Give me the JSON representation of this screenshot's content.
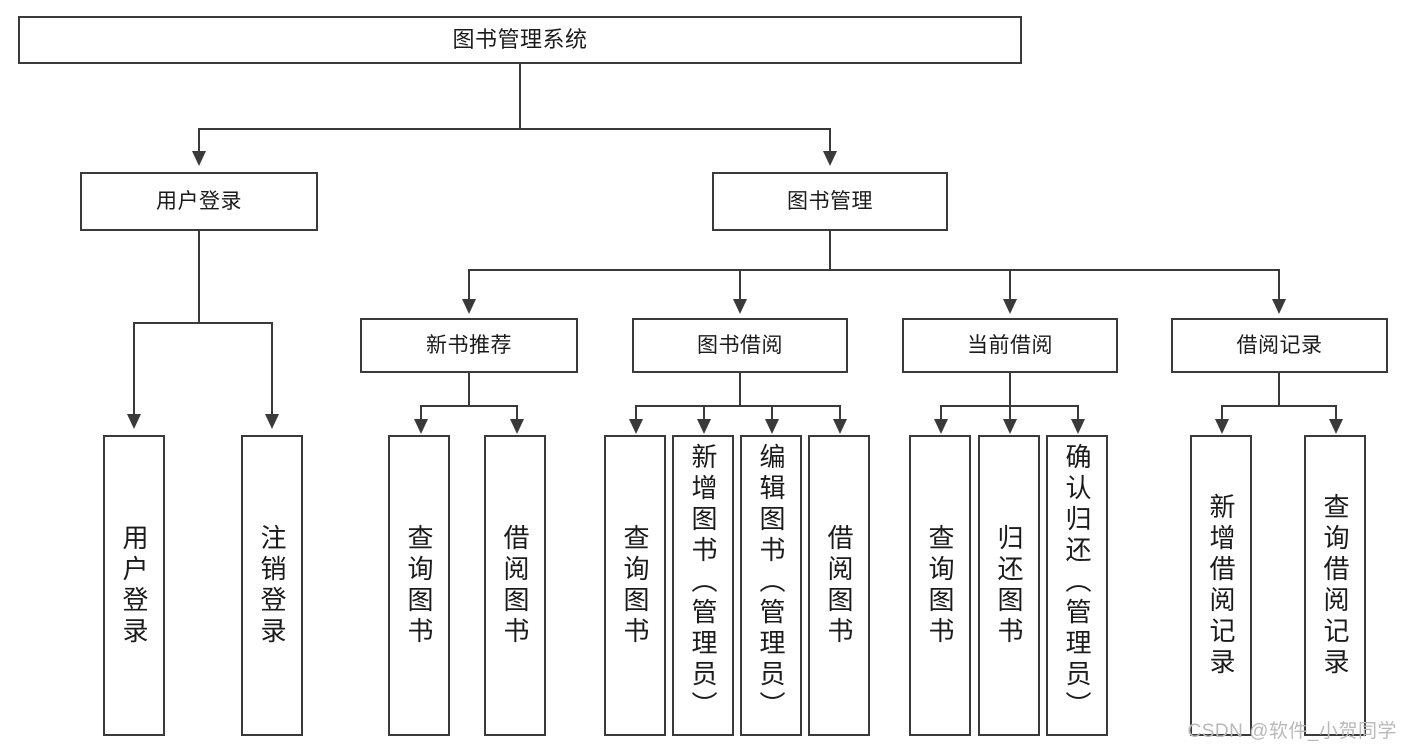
{
  "diagram": {
    "title": "图书管理系统",
    "type": "tree",
    "watermark": "CSDN @软件_小贺同学",
    "colors": {
      "stroke": "#3a3a3a",
      "fill": "#ffffff",
      "text": "#1b1b1b",
      "watermark": "#b9b9b9"
    },
    "level1": {
      "label": "图书管理系统"
    },
    "level2": [
      {
        "label": "用户登录"
      },
      {
        "label": "图书管理"
      }
    ],
    "level3": [
      {
        "label": "新书推荐"
      },
      {
        "label": "图书借阅"
      },
      {
        "label": "当前借阅"
      },
      {
        "label": "借阅记录"
      }
    ],
    "leaves": {
      "user_login": [
        {
          "label": "用户登录"
        },
        {
          "label": "注销登录"
        }
      ],
      "new_book": [
        {
          "label": "查询图书"
        },
        {
          "label": "借阅图书"
        }
      ],
      "borrow": [
        {
          "label": "查询图书"
        },
        {
          "label": "新增图书（管理员）"
        },
        {
          "label": "编辑图书（管理员）"
        },
        {
          "label": "借阅图书"
        }
      ],
      "current": [
        {
          "label": "查询图书"
        },
        {
          "label": "归还图书"
        },
        {
          "label": "确认归还（管理员）"
        }
      ],
      "records": [
        {
          "label": "新增借阅记录"
        },
        {
          "label": "查询借阅记录"
        }
      ]
    }
  }
}
